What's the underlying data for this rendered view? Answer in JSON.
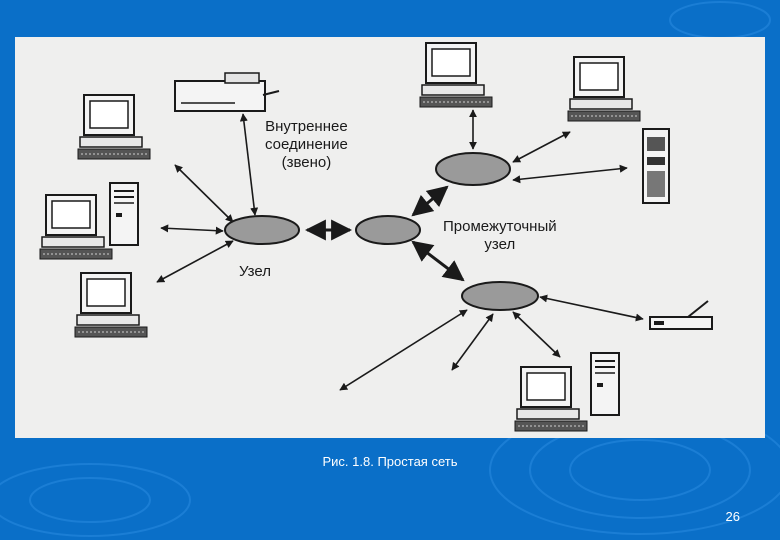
{
  "diagram": {
    "labels": {
      "internal_link": [
        "Внутреннее",
        "соединение",
        "(звено)"
      ],
      "node": "Узел",
      "intermediate_node": [
        "Промежуточный",
        "узел"
      ]
    }
  },
  "caption": "Рис. 1.8. Простая сеть",
  "page_number": "26",
  "colors": {
    "background": "#0a6fc8",
    "figure_bg": "#efefee",
    "ink": "#1a1a1a",
    "node_fill": "#9a9a9a"
  },
  "icons": [
    "printer-icon",
    "desktop-computer-icon",
    "tower-computer-icon",
    "scanner-icon",
    "server-cabinet-icon"
  ]
}
